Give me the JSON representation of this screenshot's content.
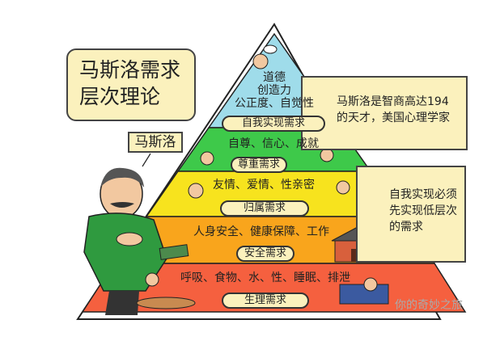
{
  "title": "马斯洛需求\n层次理论",
  "name_tag": "马斯洛",
  "notes": [
    {
      "text": "马斯洛是智商高达194\n的天才，美国心理学家"
    },
    {
      "text": "自我实现必须\n先实现低层次\n的需求"
    }
  ],
  "pyramid": {
    "layers": [
      {
        "name": "自我实现需求",
        "desc": "道德\n创造力\n公正度、自觉性",
        "color": "#9fdcea"
      },
      {
        "name": "尊重需求",
        "desc": "自尊、信心、成就",
        "color": "#3ec94a"
      },
      {
        "name": "归属需求",
        "desc": "友情、爱情、性亲密",
        "color": "#f7e31e"
      },
      {
        "name": "安全需求",
        "desc": "人身安全、健康保障、工作",
        "color": "#f9a51c"
      },
      {
        "name": "生理需求",
        "desc": "呼吸、食物、水、性、睡眠、排泄",
        "color": "#f5603f"
      }
    ]
  },
  "watermark": "你的奇妙之旅"
}
